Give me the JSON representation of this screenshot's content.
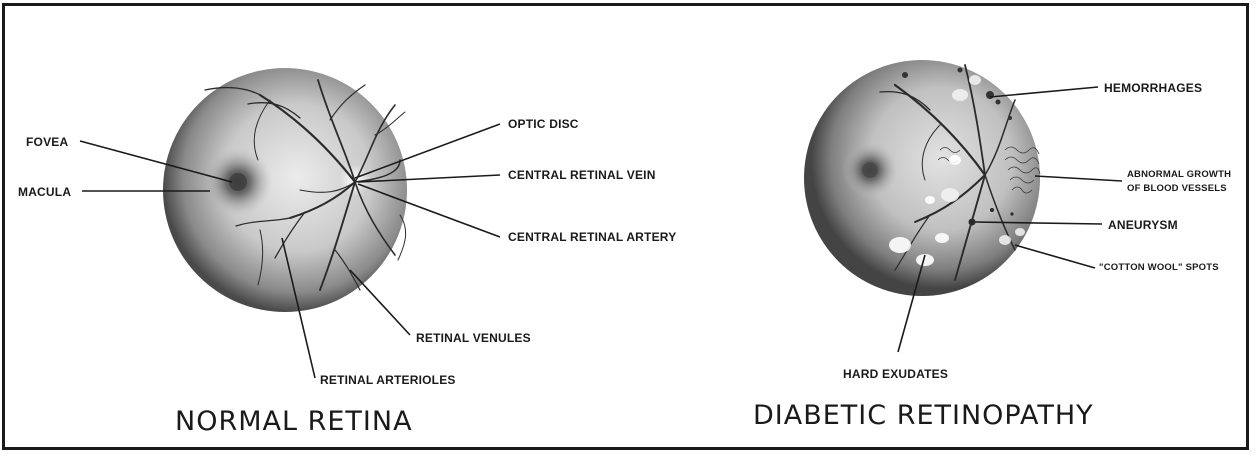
{
  "normal": {
    "title": "NORMAL RETINA",
    "labels": {
      "fovea": "FOVEA",
      "macula": "MACULA",
      "optic_disc": "OPTIC DISC",
      "central_retinal_vein": "CENTRAL RETINAL VEIN",
      "central_retinal_artery": "CENTRAL RETINAL ARTERY",
      "retinal_venules": "RETINAL VENULES",
      "retinal_arterioles": "RETINAL ARTERIOLES"
    }
  },
  "diabetic": {
    "title": "DIABETIC RETINOPATHY",
    "labels": {
      "hemorrhages": "HEMORRHAGES",
      "abnormal_growth_line1": "ABNORMAL GROWTH",
      "abnormal_growth_line2": "OF BLOOD VESSELS",
      "aneurysm": "ANEURYSM",
      "cotton_wool": "\"COTTON WOOL\" SPOTS",
      "hard_exudates": "HARD EXUDATES"
    }
  },
  "colors": {
    "line": "#1a1a1a",
    "retina_center": "#e6e6e6",
    "retina_edge": "#505050",
    "vessel": "#2b2b2b"
  }
}
